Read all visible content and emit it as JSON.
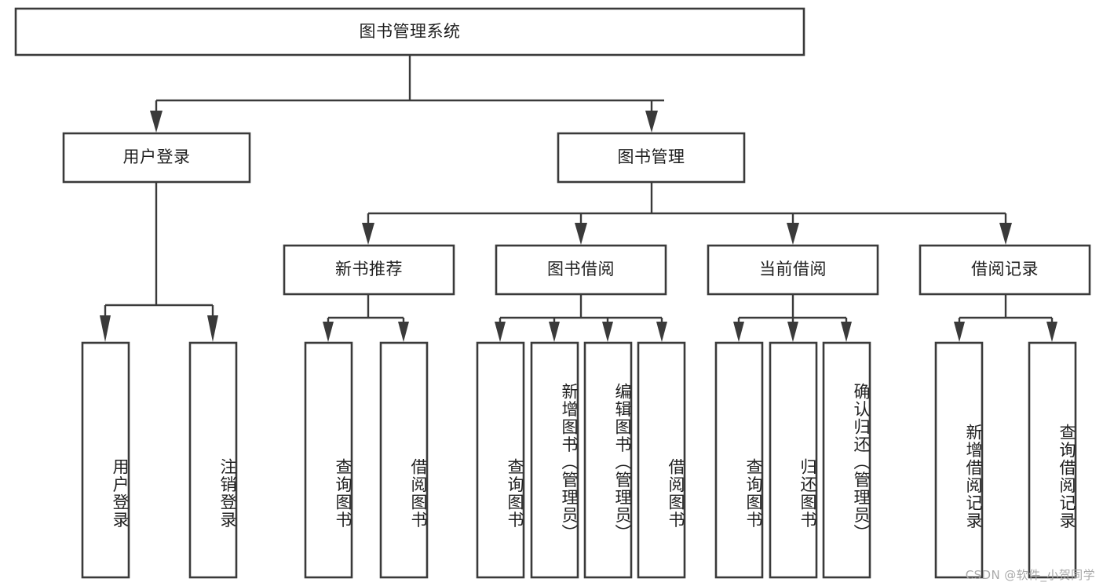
{
  "diagram": {
    "title": "图书管理系统",
    "type": "hierarchy-tree",
    "watermark": "CSDN @软件_小贺同学",
    "colors": {
      "stroke": "#3a3a3a",
      "fill": "#ffffff",
      "text": "#1f1f1f",
      "watermark": "#a9a9a9"
    },
    "nodes": {
      "root": {
        "label": "图书管理系统",
        "level": 1,
        "orientation": "horizontal"
      },
      "l2_0": {
        "label": "用户登录",
        "level": 2,
        "orientation": "horizontal"
      },
      "l2_1": {
        "label": "图书管理",
        "level": 2,
        "orientation": "horizontal"
      },
      "l3_0": {
        "label": "新书推荐",
        "level": 3,
        "orientation": "horizontal"
      },
      "l3_1": {
        "label": "图书借阅",
        "level": 3,
        "orientation": "horizontal"
      },
      "l3_2": {
        "label": "当前借阅",
        "level": 3,
        "orientation": "horizontal"
      },
      "l3_3": {
        "label": "借阅记录",
        "level": 3,
        "orientation": "horizontal"
      },
      "leaf_0": {
        "label": "用户登录",
        "level": 4,
        "orientation": "vertical"
      },
      "leaf_1": {
        "label": "注销登录",
        "level": 4,
        "orientation": "vertical"
      },
      "leaf_2": {
        "label": "查询图书",
        "level": 4,
        "orientation": "vertical"
      },
      "leaf_3": {
        "label": "借阅图书",
        "level": 4,
        "orientation": "vertical"
      },
      "leaf_4": {
        "label": "查询图书",
        "level": 4,
        "orientation": "vertical"
      },
      "leaf_5": {
        "label": "新增图书（管理员）",
        "level": 4,
        "orientation": "vertical"
      },
      "leaf_6": {
        "label": "编辑图书（管理员）",
        "level": 4,
        "orientation": "vertical"
      },
      "leaf_7": {
        "label": "借阅图书",
        "level": 4,
        "orientation": "vertical"
      },
      "leaf_8": {
        "label": "查询图书",
        "level": 4,
        "orientation": "vertical"
      },
      "leaf_9": {
        "label": "归还图书",
        "level": 4,
        "orientation": "vertical"
      },
      "leaf_10": {
        "label": "确认归还（管理员）",
        "level": 4,
        "orientation": "vertical"
      },
      "leaf_11": {
        "label": "新增借阅记录",
        "level": 4,
        "orientation": "vertical"
      },
      "leaf_12": {
        "label": "查询借阅记录",
        "level": 4,
        "orientation": "vertical"
      }
    },
    "edges": [
      {
        "from": "root",
        "to": "l2_0"
      },
      {
        "from": "root",
        "to": "l2_1"
      },
      {
        "from": "l2_0",
        "to": "leaf_0"
      },
      {
        "from": "l2_0",
        "to": "leaf_1"
      },
      {
        "from": "l2_1",
        "to": "l3_0"
      },
      {
        "from": "l2_1",
        "to": "l3_1"
      },
      {
        "from": "l2_1",
        "to": "l3_2"
      },
      {
        "from": "l2_1",
        "to": "l3_3"
      },
      {
        "from": "l3_0",
        "to": "leaf_2"
      },
      {
        "from": "l3_0",
        "to": "leaf_3"
      },
      {
        "from": "l3_1",
        "to": "leaf_4"
      },
      {
        "from": "l3_1",
        "to": "leaf_5"
      },
      {
        "from": "l3_1",
        "to": "leaf_6"
      },
      {
        "from": "l3_1",
        "to": "leaf_7"
      },
      {
        "from": "l3_2",
        "to": "leaf_8"
      },
      {
        "from": "l3_2",
        "to": "leaf_9"
      },
      {
        "from": "l3_2",
        "to": "leaf_10"
      },
      {
        "from": "l3_3",
        "to": "leaf_11"
      },
      {
        "from": "l3_3",
        "to": "leaf_12"
      }
    ]
  }
}
